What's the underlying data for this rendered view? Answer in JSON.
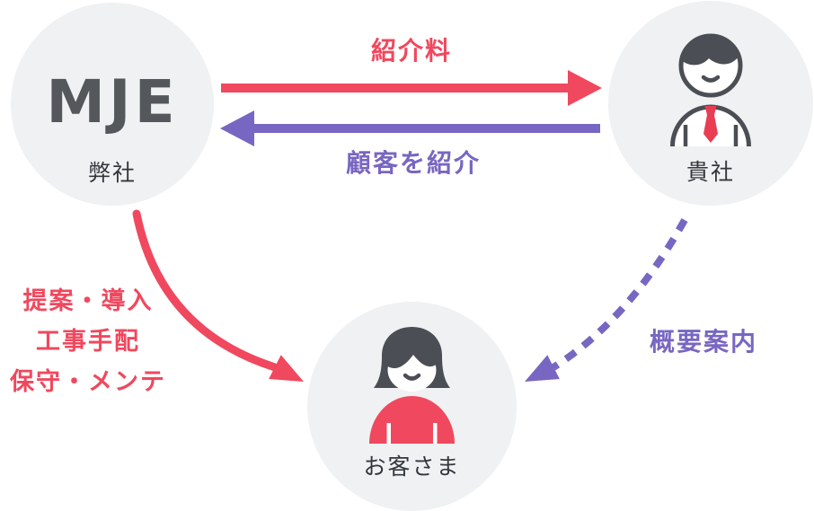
{
  "diagram": {
    "title_hint": "referral-scheme-diagram",
    "nodes": {
      "mje": {
        "title": "MJE",
        "label": "弊社"
      },
      "partner": {
        "label": "貴社",
        "icon": "businessman-icon"
      },
      "customer": {
        "label": "お客さま",
        "icon": "woman-icon"
      }
    },
    "arrows": [
      {
        "id": "referral-fee",
        "label": "紹介料",
        "from": "mje",
        "to": "partner",
        "style": "solid-straight",
        "color": "red"
      },
      {
        "id": "customer-referral",
        "label": "顧客を紹介",
        "from": "partner",
        "to": "mje",
        "style": "solid-straight",
        "color": "purple"
      },
      {
        "id": "services",
        "label_lines": [
          "提案・導入",
          "工事手配",
          "保守・メンテ"
        ],
        "from": "mje",
        "to": "customer",
        "style": "solid-curved",
        "color": "red"
      },
      {
        "id": "guidance",
        "label": "概要案内",
        "from": "partner",
        "to": "customer",
        "style": "dashed-curved",
        "color": "purple"
      }
    ],
    "colors": {
      "red": "#F0485E",
      "purple": "#7767C2",
      "circle_bg": "#EFF1F2",
      "dark": "#4B4E54",
      "tie_red": "#E83D53",
      "text_dark": "#33373C",
      "mje_dark": "#54575C"
    }
  }
}
